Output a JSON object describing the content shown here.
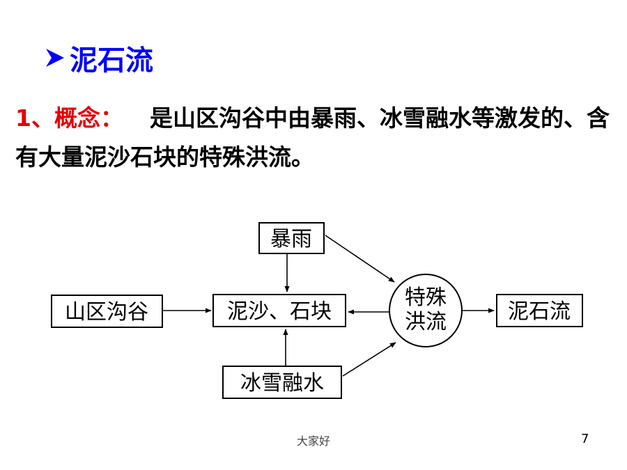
{
  "title": {
    "text": "泥石流"
  },
  "concept": {
    "label": "1、概念：",
    "text": "是山区沟谷中由暴雨、冰雪融水等激发的、含有大量泥沙石块的特殊洪流。"
  },
  "diagram": {
    "nodes": {
      "rain": "暴雨",
      "valley": "山区沟谷",
      "sediment": "泥沙、石块",
      "flood_line1": "特殊",
      "flood_line2": "洪流",
      "mudflow": "泥石流",
      "snowmelt": "冰雪融水"
    }
  },
  "footer": {
    "center": "大家好",
    "page": "7"
  },
  "colors": {
    "title": "#0000ff",
    "label": "#e60000",
    "text": "#000000"
  }
}
